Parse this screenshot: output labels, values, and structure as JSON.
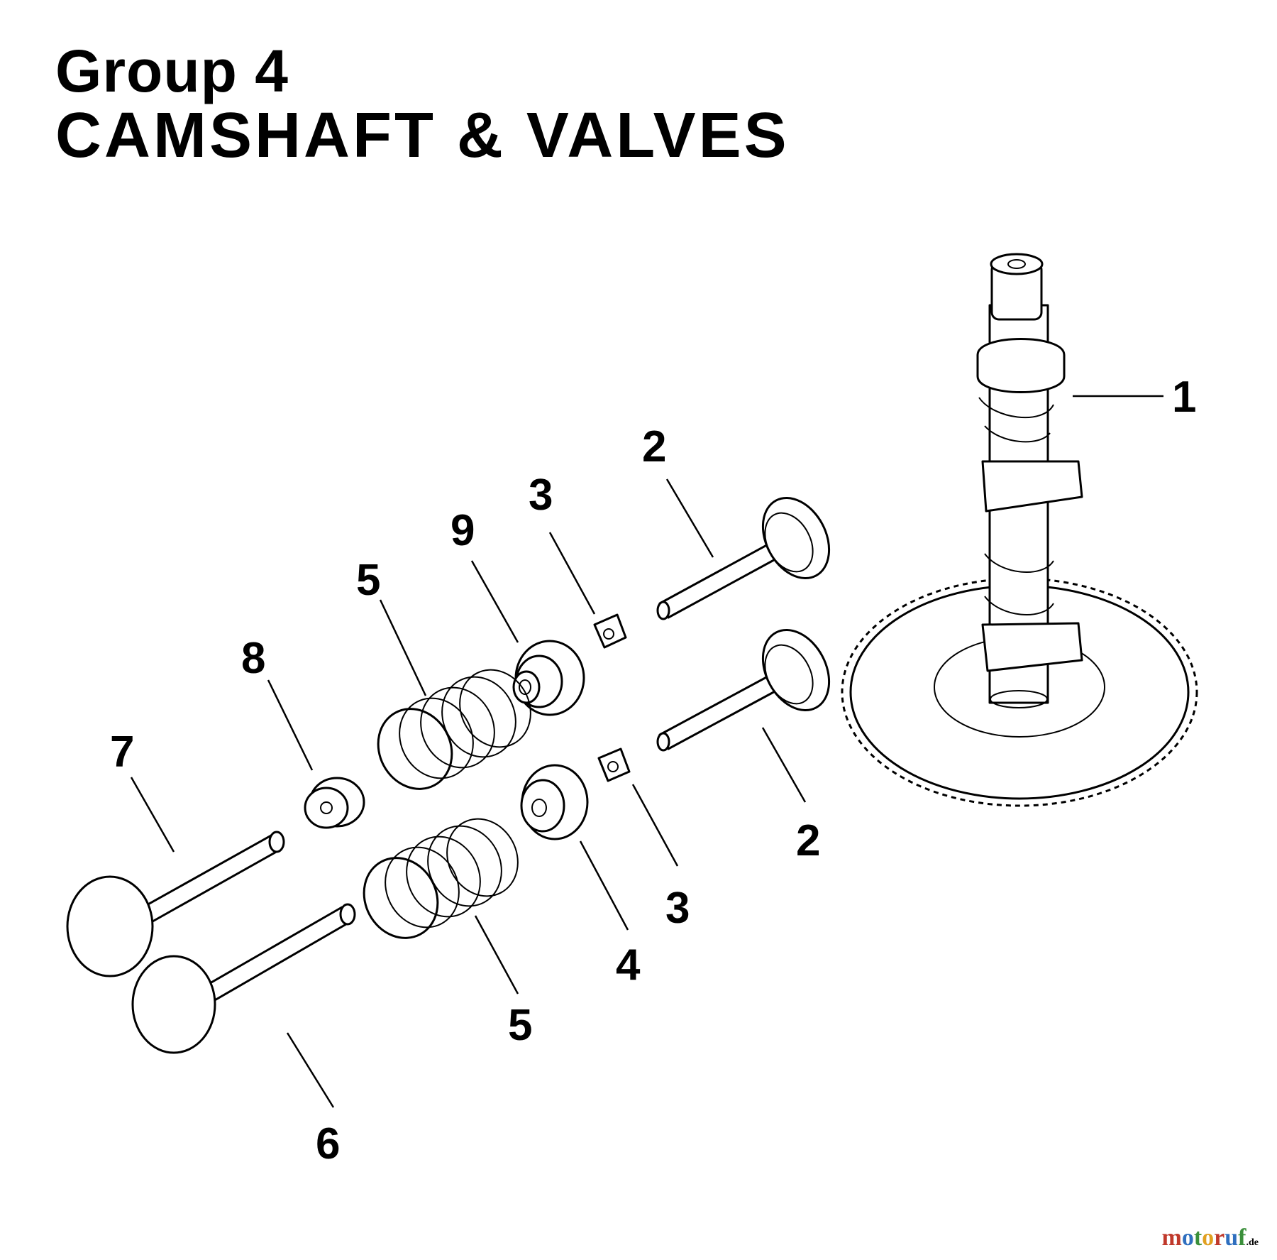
{
  "title": {
    "line1": "Group 4",
    "line2": "CAMSHAFT & VALVES"
  },
  "callouts": [
    {
      "id": "c1",
      "label": "1"
    },
    {
      "id": "c2a",
      "label": "2"
    },
    {
      "id": "c2b",
      "label": "2"
    },
    {
      "id": "c3a",
      "label": "3"
    },
    {
      "id": "c3b",
      "label": "3"
    },
    {
      "id": "c4",
      "label": "4"
    },
    {
      "id": "c5a",
      "label": "5"
    },
    {
      "id": "c5b",
      "label": "5"
    },
    {
      "id": "c6",
      "label": "6"
    },
    {
      "id": "c7",
      "label": "7"
    },
    {
      "id": "c8",
      "label": "8"
    },
    {
      "id": "c9",
      "label": "9"
    }
  ],
  "watermark": {
    "text": "motoruf",
    "suffix": ".de",
    "colors": [
      "#c0392b",
      "#2f6fbf",
      "#3a8f3a",
      "#e0a020"
    ]
  }
}
